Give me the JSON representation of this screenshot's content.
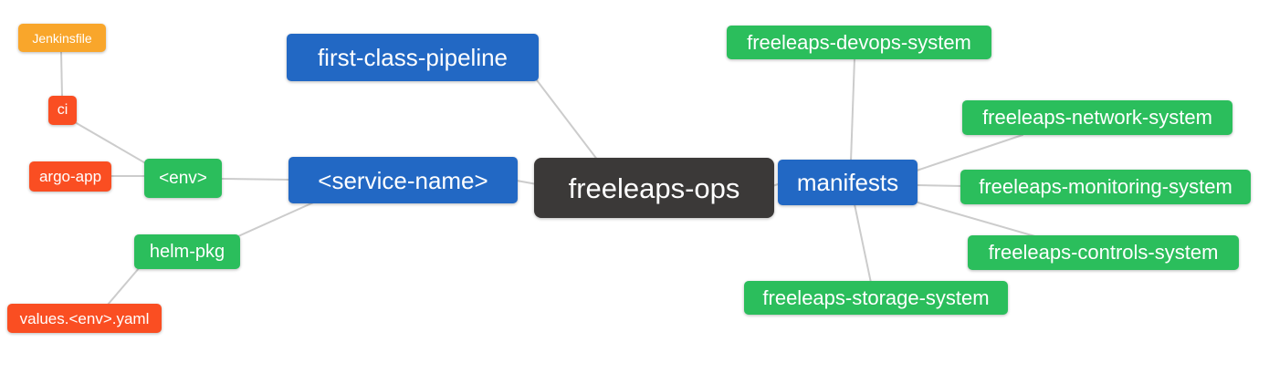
{
  "palette": {
    "blue": "#2268C4",
    "green": "#2BBE5C",
    "red": "#FA4E22",
    "amber": "#F9A62B",
    "dark": "#3B3938",
    "edge": "#CCCCCC",
    "text": "#FFFFFF",
    "background": "#FFFFFF"
  },
  "nodes": {
    "freeleaps_ops": {
      "label": "freeleaps-ops",
      "color": "dark"
    },
    "first_class_pipeline": {
      "label": "first-class-pipeline",
      "color": "blue"
    },
    "service_name": {
      "label": "<service-name>",
      "color": "blue"
    },
    "manifests": {
      "label": "manifests",
      "color": "blue"
    },
    "env": {
      "label": "<env>",
      "color": "green"
    },
    "helm_pkg": {
      "label": "helm-pkg",
      "color": "green"
    },
    "ci": {
      "label": "ci",
      "color": "red"
    },
    "argo_app": {
      "label": "argo-app",
      "color": "red"
    },
    "values_env_yaml": {
      "label": "values.<env>.yaml",
      "color": "red"
    },
    "jenkinsfile": {
      "label": "Jenkinsfile",
      "color": "amber"
    },
    "devops_system": {
      "label": "freeleaps-devops-system",
      "color": "green"
    },
    "network_system": {
      "label": "freeleaps-network-system",
      "color": "green"
    },
    "monitoring_system": {
      "label": "freeleaps-monitoring-system",
      "color": "green"
    },
    "controls_system": {
      "label": "freeleaps-controls-system",
      "color": "green"
    },
    "storage_system": {
      "label": "freeleaps-storage-system",
      "color": "green"
    }
  },
  "edges": [
    [
      "jenkinsfile",
      "ci"
    ],
    [
      "ci",
      "env"
    ],
    [
      "argo_app",
      "env"
    ],
    [
      "env",
      "service_name"
    ],
    [
      "helm_pkg",
      "service_name"
    ],
    [
      "values_env_yaml",
      "helm_pkg"
    ],
    [
      "first_class_pipeline",
      "freeleaps_ops"
    ],
    [
      "service_name",
      "freeleaps_ops"
    ],
    [
      "freeleaps_ops",
      "manifests"
    ],
    [
      "manifests",
      "devops_system"
    ],
    [
      "manifests",
      "network_system"
    ],
    [
      "manifests",
      "monitoring_system"
    ],
    [
      "manifests",
      "controls_system"
    ],
    [
      "manifests",
      "storage_system"
    ]
  ]
}
